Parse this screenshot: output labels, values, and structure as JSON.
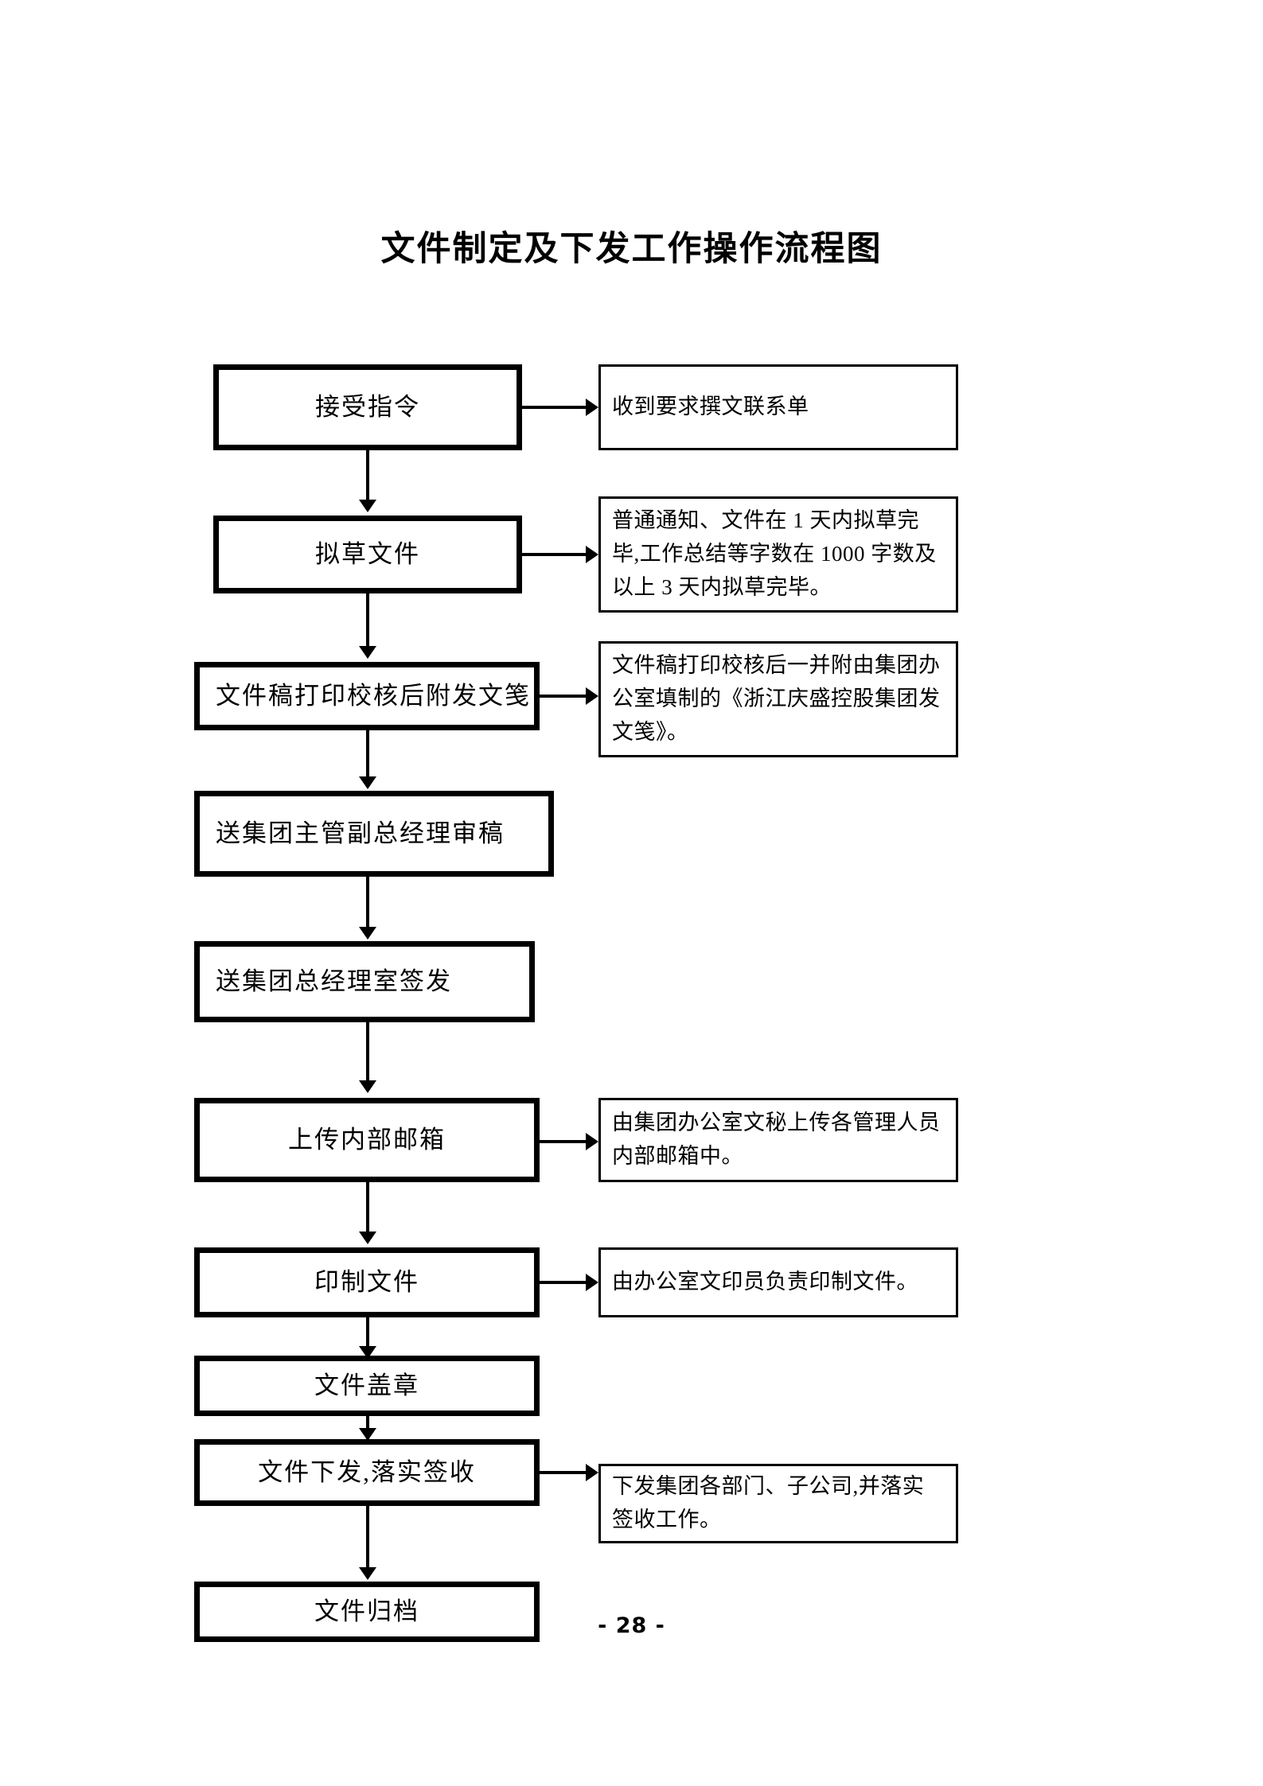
{
  "document": {
    "title": "文件制定及下发工作操作流程图",
    "page_number": "- 28 -"
  },
  "flowchart": {
    "type": "flowchart",
    "orientation": "vertical",
    "steps": [
      {
        "id": "step-1",
        "label": "接受指令",
        "note": "收到要求撰文联系单"
      },
      {
        "id": "step-2",
        "label": "拟草文件",
        "note": "普通通知、文件在 1 天内拟草完毕,工作总结等字数在 1000 字数及以上 3 天内拟草完毕。"
      },
      {
        "id": "step-3",
        "label": "文件稿打印校核后附发文笺",
        "note": "文件稿打印校核后一并附由集团办公室填制的《浙江庆盛控股集团发文笺》。"
      },
      {
        "id": "step-4",
        "label": "送集团主管副总经理审稿",
        "note": ""
      },
      {
        "id": "step-5",
        "label": "送集团总经理室签发",
        "note": ""
      },
      {
        "id": "step-6",
        "label": "上传内部邮箱",
        "note": "由集团办公室文秘上传各管理人员内部邮箱中。"
      },
      {
        "id": "step-7",
        "label": "印制文件",
        "note": "由办公室文印员负责印制文件。"
      },
      {
        "id": "step-8",
        "label": "文件盖章",
        "note": ""
      },
      {
        "id": "step-9",
        "label": "文件下发,落实签收",
        "note": "下发集团各部门、子公司,并落实签收工作。"
      },
      {
        "id": "step-10",
        "label": "文件归档",
        "note": ""
      }
    ]
  },
  "colors": {
    "ink": "#000000",
    "paper": "#ffffff"
  }
}
